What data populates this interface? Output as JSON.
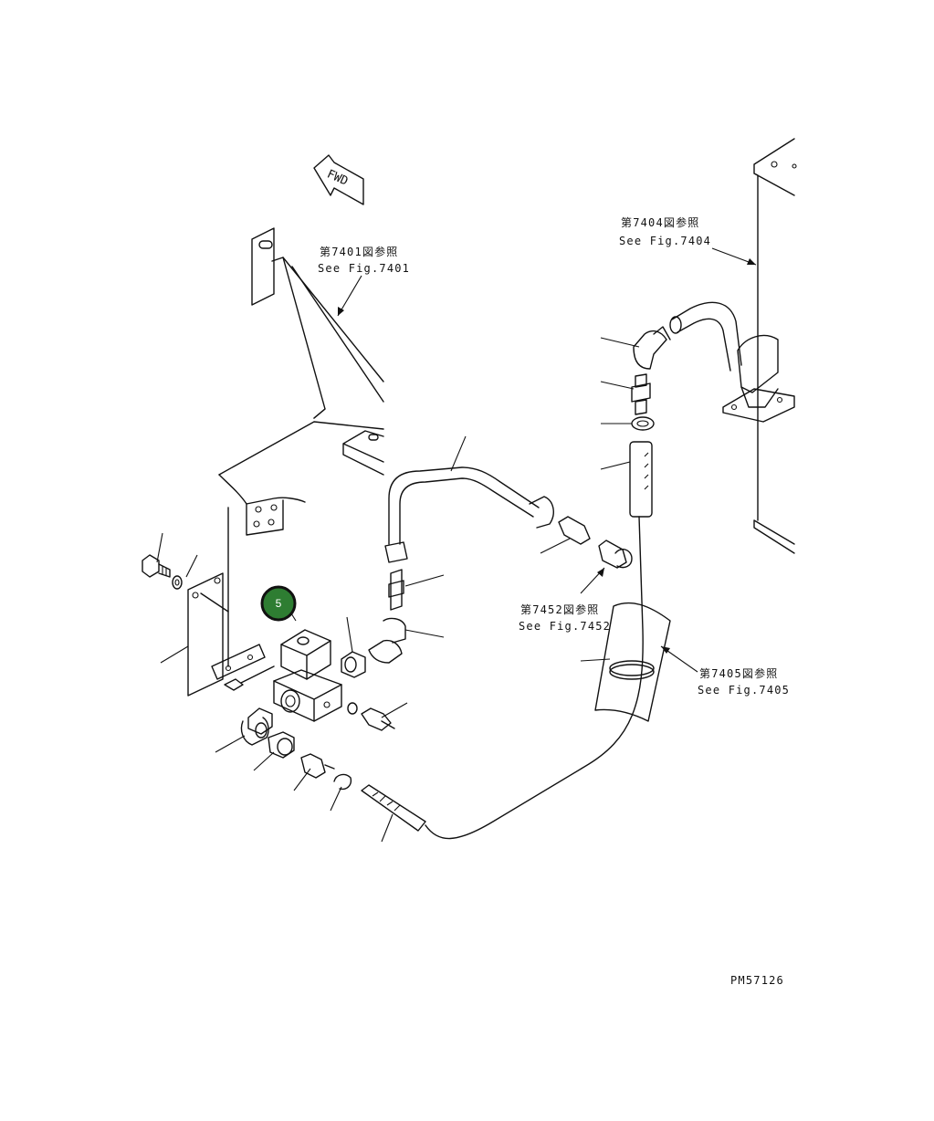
{
  "direction_marker": {
    "text": "FWD"
  },
  "references": [
    {
      "id": "ref-7401",
      "jp": "第7401図参照",
      "en": "See Fig.7401"
    },
    {
      "id": "ref-7404",
      "jp": "第7404図参照",
      "en": "See Fig.7404"
    },
    {
      "id": "ref-7452",
      "jp": "第7452図参照",
      "en": "See Fig.7452"
    },
    {
      "id": "ref-7405",
      "jp": "第7405図参照",
      "en": "See Fig.7405"
    }
  ],
  "callout": {
    "number": "5",
    "color": "#2e7d32"
  },
  "drawing_number": "PM57126"
}
